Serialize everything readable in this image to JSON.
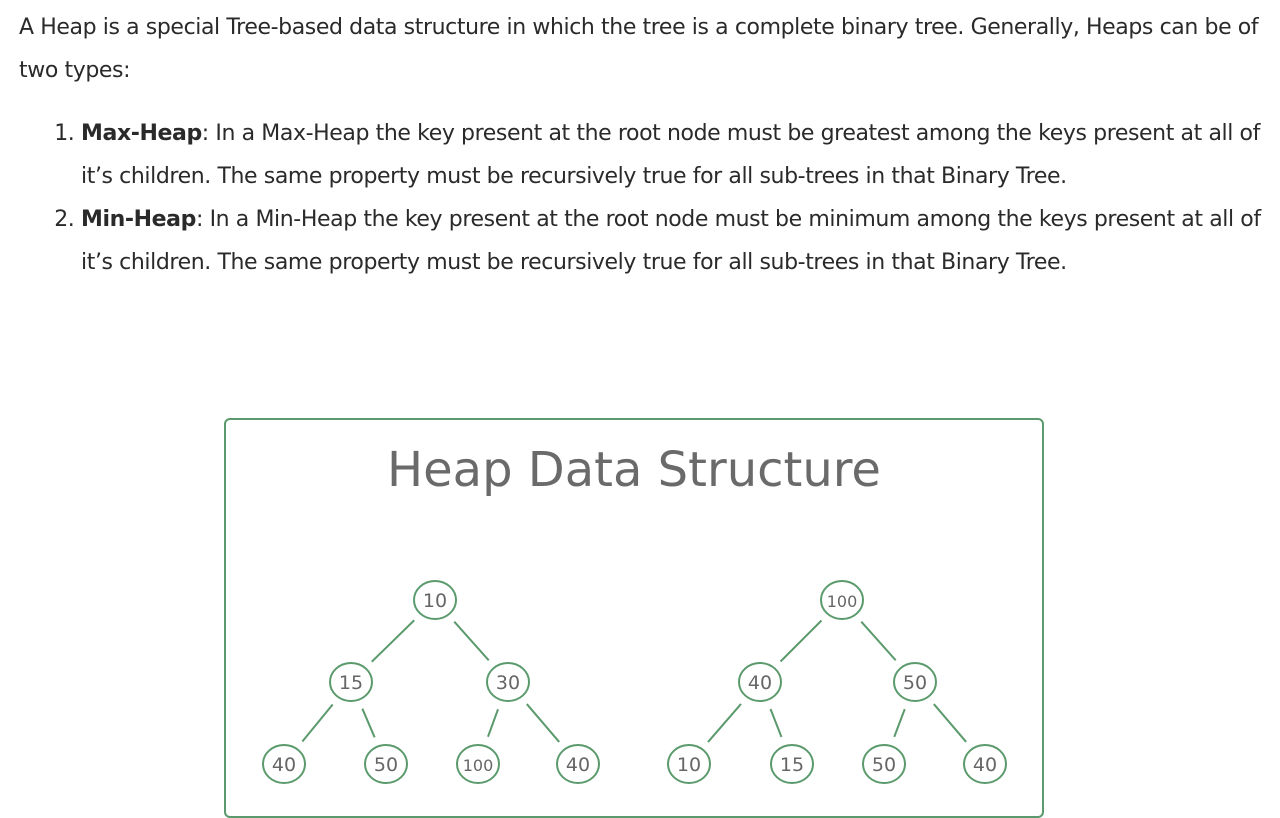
{
  "intro": "A Heap is a special Tree-based data structure in which the tree is a complete binary tree. Generally, Heaps can be of two types:",
  "types": [
    {
      "term": "Max-Heap",
      "text": ": In a Max-Heap the key present at the root node must be greatest among the keys present at all of it’s children. The same property must be recursively true for all sub-trees in that Binary Tree."
    },
    {
      "term": "Min-Heap",
      "text": ": In a Min-Heap the key present at the root node must be minimum among the keys present at all of it’s children. The same property must be recursively true for all sub-trees in that Binary Tree."
    }
  ],
  "figure": {
    "title": "Heap Data Structure",
    "min_heap": [
      "10",
      "15",
      "30",
      "40",
      "50",
      "100",
      "40"
    ],
    "max_heap": [
      "100",
      "40",
      "50",
      "10",
      "15",
      "50",
      "40"
    ],
    "colors": {
      "border": "#5b9a6c",
      "node": "#5b9a6c",
      "text": "#666666"
    }
  }
}
